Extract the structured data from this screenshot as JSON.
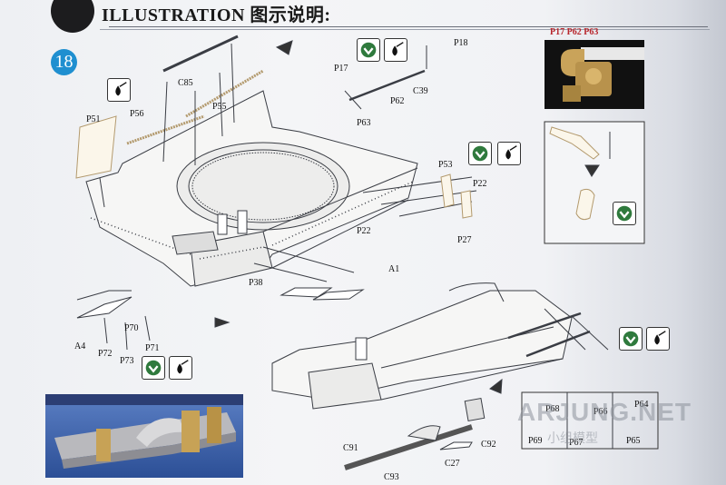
{
  "header": {
    "title": "ILLUSTRATION 图示说明:"
  },
  "step_number": "18",
  "labels": {
    "C85": "C85",
    "P56": "P56",
    "P51": "P51",
    "P55": "P55",
    "P17": "P17",
    "P18": "P18",
    "C39": "C39",
    "P62": "P62",
    "P63": "P63",
    "P53": "P53",
    "P22a": "P22",
    "P22b": "P22",
    "P27": "P27",
    "A1": "A1",
    "P38": "P38",
    "A4": "A4",
    "P70": "P70",
    "P72": "P72",
    "P71": "P71",
    "P73": "P73",
    "C91": "C91",
    "C93": "C93",
    "C27": "C27",
    "C92": "C92",
    "P68": "P68",
    "P66": "P66",
    "P64": "P64",
    "P69": "P69",
    "P67": "P67",
    "P65": "P65"
  },
  "inset": {
    "title": "P17 P62 P63"
  },
  "watermark": {
    "text": "ARJUNG.NET",
    "sub": "小组模型"
  },
  "icons": {
    "cement": "glue-icon",
    "down_arrow": "install-down-icon"
  },
  "colors": {
    "step": "#1f8fd0",
    "inset_title": "#b8262c",
    "brass": "#d4b070",
    "line": "#3a3d44"
  }
}
